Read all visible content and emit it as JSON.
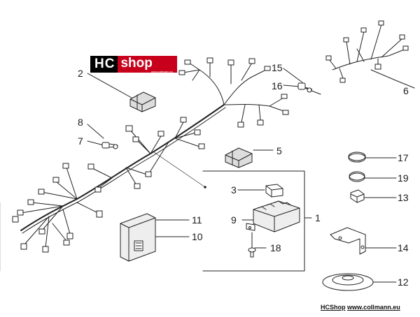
{
  "logo": {
    "hc": "HC",
    "shop": "shop",
    "sub": "www.collmann.eu"
  },
  "callouts": {
    "c1": "1",
    "c2": "2",
    "c3": "3",
    "c5": "5",
    "c6": "6",
    "c7": "7",
    "c8": "8",
    "c9": "9",
    "c10": "10",
    "c11": "11",
    "c12": "12",
    "c13": "13",
    "c14": "14",
    "c15": "15",
    "c16": "16",
    "c17": "17",
    "c18": "18",
    "c19": "19"
  },
  "footer": {
    "shop": "HCShop",
    "url": "www.collmann.eu"
  },
  "colors": {
    "line": "#222222",
    "fill": "#ffffff",
    "part_shade": "#d9d9d9",
    "logo_red": "#c8001c"
  }
}
